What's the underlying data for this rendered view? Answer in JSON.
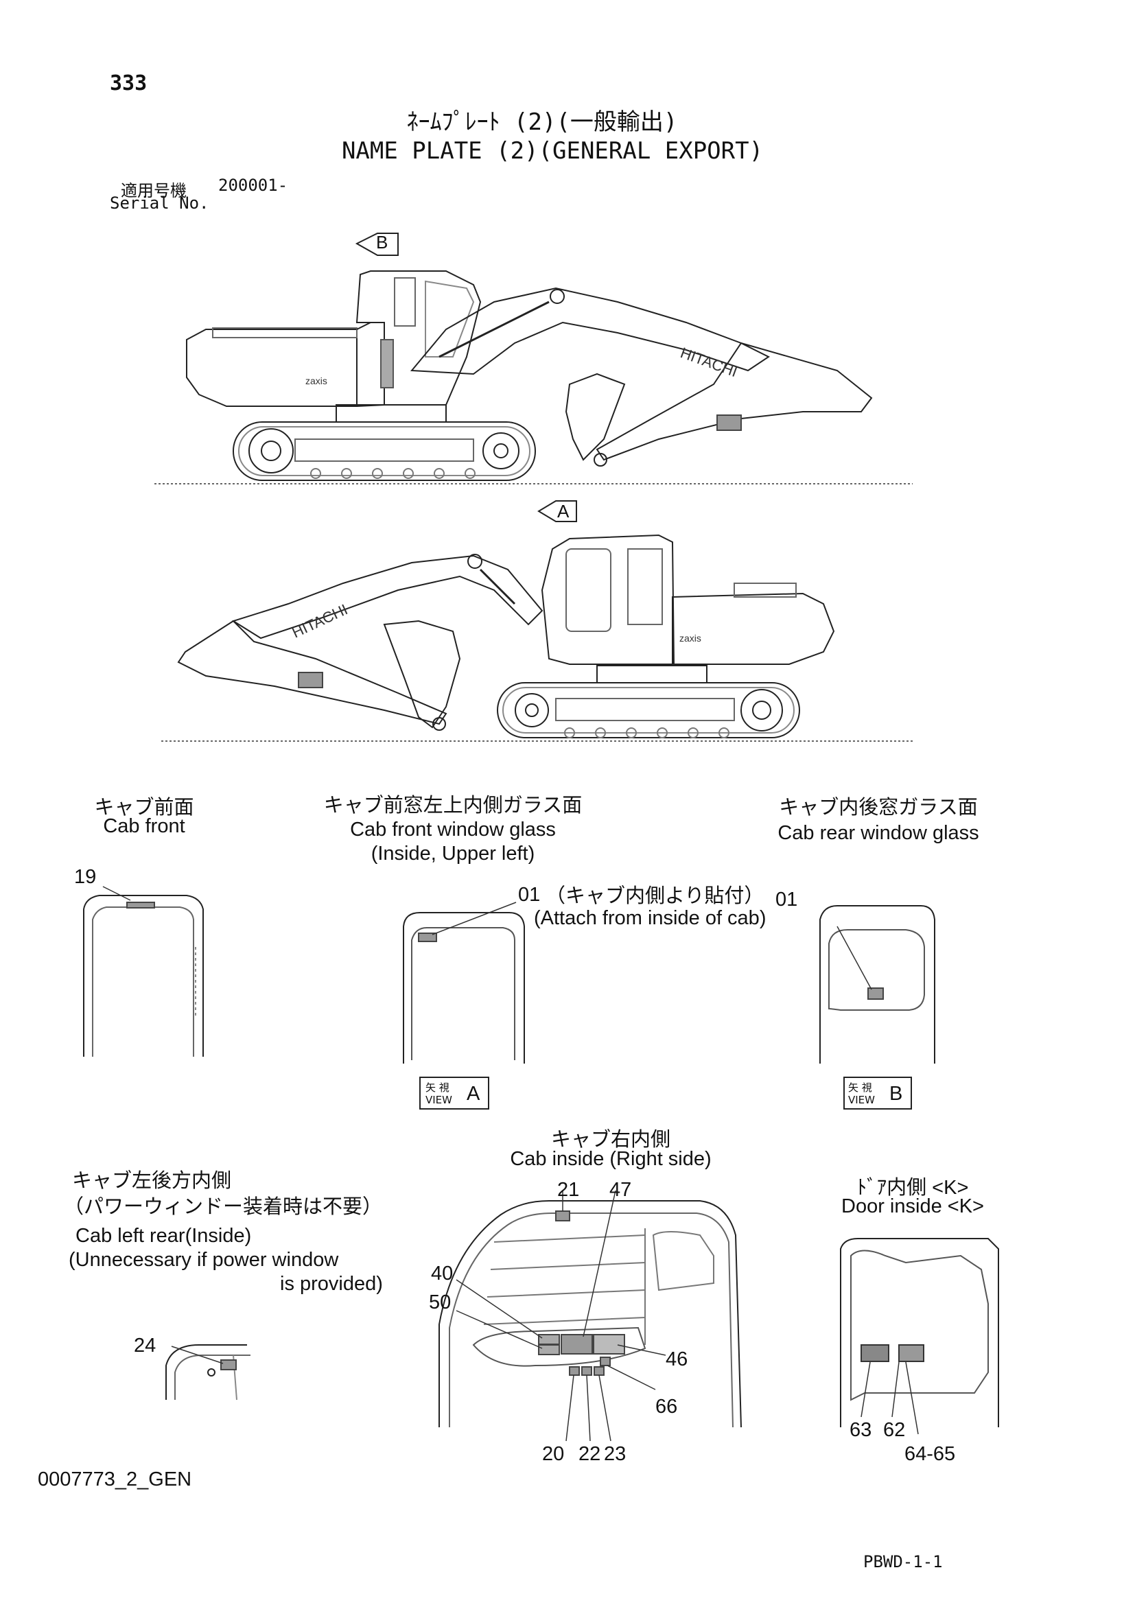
{
  "header": {
    "page_number": "333",
    "title_jp": "ﾈｰﾑﾌﾟﾚｰﾄ (2)(一般輸出)",
    "title_en": "NAME PLATE (2)(GENERAL EXPORT)",
    "serial_jp": "適用号機",
    "serial_value": "200001-",
    "serial_en": "Serial No."
  },
  "machine": {
    "view_b_marker": "B",
    "view_a_marker": "A",
    "brand": "HITACHI",
    "model_badge": "zaxis"
  },
  "sections": {
    "cab_front": {
      "jp": "キャブ前面",
      "en": "Cab front",
      "callout": "19"
    },
    "front_glass": {
      "jp": "キャブ前窓左上内側ガラス面",
      "en1": "Cab front window glass",
      "en2": "(Inside, Upper left)",
      "callout": "01",
      "note_jp": "（キャブ内側より貼付）",
      "note_en": "(Attach from inside of cab)",
      "view_jp": "矢 視",
      "view_en": "VIEW",
      "view_letter": "A"
    },
    "rear_glass": {
      "jp": "キャブ内後窓ガラス面",
      "en": "Cab rear window glass",
      "callout": "01",
      "view_jp": "矢 視",
      "view_en": "VIEW",
      "view_letter": "B"
    },
    "left_rear": {
      "jp1": "キャブ左後方内側",
      "jp2": "（パワーウィンドー装着時は不要）",
      "en1": "Cab left rear(Inside)",
      "en2": "(Unnecessary if power window",
      "en3": "is provided)",
      "callout": "24"
    },
    "right_inside": {
      "jp": "キャブ右内側",
      "en": "Cab inside (Right side)",
      "callouts": {
        "c21": "21",
        "c47": "47",
        "c40": "40",
        "c50": "50",
        "c46": "46",
        "c66": "66",
        "c20": "20",
        "c22": "22",
        "c23": "23"
      }
    },
    "door_inside": {
      "jp": "ﾄﾞｱ内側 <K>",
      "en": "Door inside <K>",
      "callouts": {
        "c63": "63",
        "c62": "62",
        "c6465": "64-65"
      }
    }
  },
  "footer": {
    "drawing_id": "0007773_2_GEN",
    "code": "PBWD-1-1"
  }
}
